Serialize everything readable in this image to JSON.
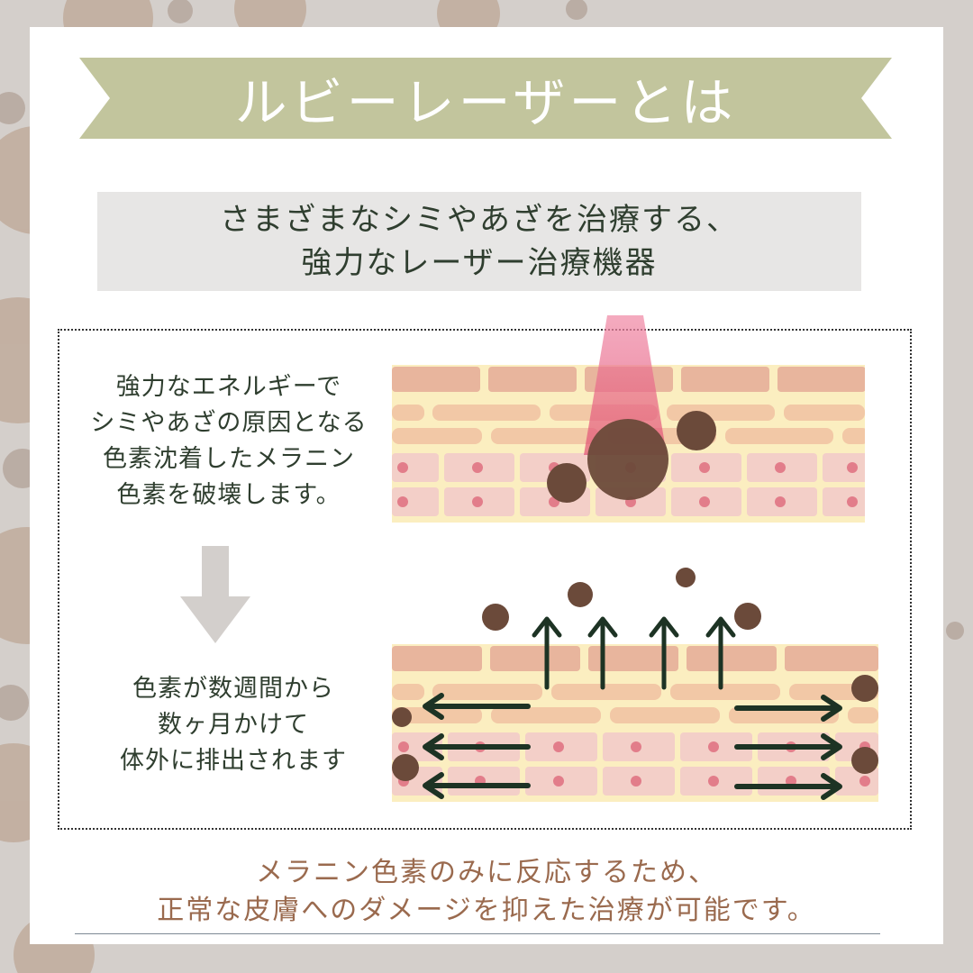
{
  "title": "ルビーレーザーとは",
  "subtitle": {
    "line1": "さまざまなシミやあざを治療する、",
    "line2": "強力なレーザー治療機器"
  },
  "step1": {
    "lines": [
      "強力なエネルギーで",
      "シミやあざの原因となる",
      "色素沈着したメラニン",
      "色素を破壊します。"
    ]
  },
  "step2": {
    "lines": [
      "色素が数週間から",
      "数ヶ月かけて",
      "体外に排出されます"
    ]
  },
  "bottom_note": {
    "line1": "メラニン色素のみに反応するため、",
    "line2": "正常な皮膚へのダメージを抑えた治療が可能です。"
  },
  "colors": {
    "banner": "#c2c59d",
    "subtitle_bg": "#e7e6e5",
    "dark_text": "#2f3e2f",
    "note_text": "#9a6a4e",
    "skin_top": "#e8b59d",
    "skin_mid": "#f2c8a6",
    "skin_cell": "#f3cfc8",
    "skin_base": "#fbeec0",
    "nucleus": "#e27d8a",
    "melanin": "#6b4a3a",
    "laser": "#e85a80",
    "arrow": "#1d3324"
  },
  "icons": {
    "down_arrow": "down-arrow-icon",
    "laser": "laser-beam-icon",
    "up_arrows": "up-arrow-icon",
    "side_arrows": "side-arrow-icon"
  }
}
